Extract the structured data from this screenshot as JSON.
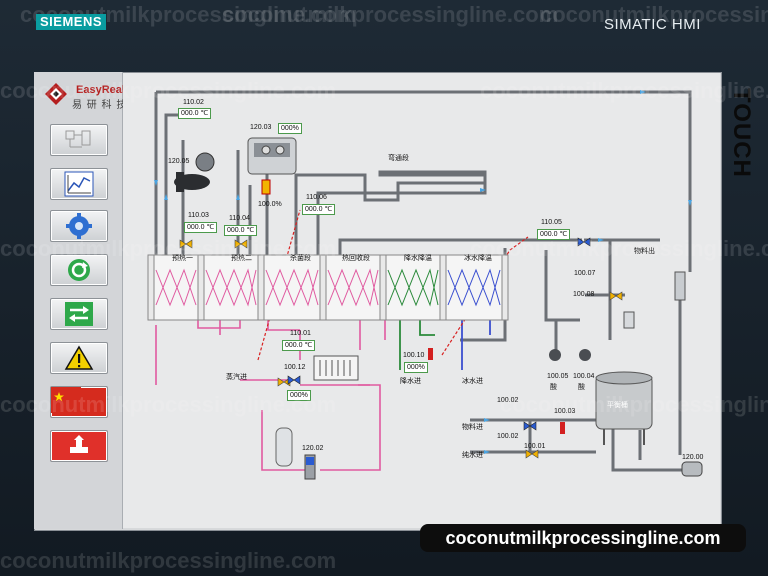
{
  "window": {
    "brand": "SIEMENS",
    "hmi_title": "SIMATIC HMI",
    "touch_label": "TOUCH"
  },
  "watermark": {
    "text": "coconutmilkprocessingline.com",
    "banner": "coconutmilkprocessingline.com"
  },
  "company": {
    "name_en": "EasyReal",
    "name_cn": "易 研 科 技"
  },
  "nav": [
    {
      "name": "process-overview",
      "icon": "process-diagram-icon"
    },
    {
      "name": "trend",
      "icon": "trend-chart-icon"
    },
    {
      "name": "settings",
      "icon": "gear-icon"
    },
    {
      "name": "recipe",
      "icon": "cycle-arrow-icon"
    },
    {
      "name": "transfer",
      "icon": "swap-arrows-icon"
    },
    {
      "name": "alarm",
      "icon": "warning-icon"
    },
    {
      "name": "language",
      "icon": "china-flag-icon"
    },
    {
      "name": "exit",
      "icon": "exit-icon"
    }
  ],
  "tags": {
    "t110_02": "110.02",
    "t120_03": "120.03",
    "t120_05": "120.05",
    "t110_03": "110.03",
    "t110_04": "110.04",
    "t110_06": "110.06",
    "t110_01": "110.01",
    "t100_12": "100.12",
    "t110_05": "110.05",
    "t100_07": "100.07",
    "t100_08": "100.08",
    "t100_10": "100.10",
    "t100_05": "100.05",
    "t100_04": "100.04",
    "t100_02a": "100.02",
    "t100_03": "100.03",
    "t100_02b": "100.02",
    "t100_01": "100.01",
    "t120_02": "120.02",
    "t120_00": "120.00"
  },
  "values": {
    "v110_02": "000.0 ℃",
    "v120_03": "000%",
    "v110_03": "000.0 ℃",
    "v110_04": "000.0 ℃",
    "v100_pct": "100.0%",
    "v110_06": "000.0 ℃",
    "v110_01": "000.0 ℃",
    "v100_12": "000%",
    "v110_05": "000.0 ℃",
    "v100_10": "000%"
  },
  "labels": {
    "holding_tube": "弯通段",
    "preheat1": "预热一",
    "preheat2": "预热二",
    "sterilize": "杀菌段",
    "heat_recovery": "热回收段",
    "cooling_water": "降水降温",
    "ice_water": "冰水降温",
    "material_out": "物料出",
    "steam_in": "蒸汽进",
    "cooling_water_in": "降水进",
    "ice_water_in": "冰水进",
    "acid1": "酸",
    "acid2": "酸",
    "balance_tank": "平衡桶",
    "material_in": "物料进",
    "pure_water_in": "纯水进"
  },
  "colors": {
    "brand": "#0a9ca0",
    "pink_line": "#e05aa0",
    "green_line": "#2a8a3a",
    "blue_line": "#3a4fd0",
    "red_dashed": "#d82020",
    "value_border": "#4c9a4c"
  }
}
